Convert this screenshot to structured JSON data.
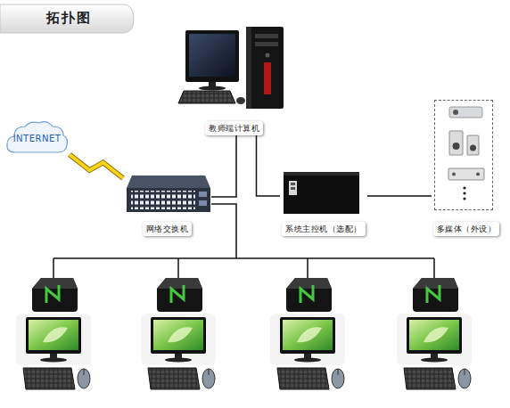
{
  "diagram": {
    "title": "拓扑图",
    "nodes": [
      {
        "text": [
          "INTERNET"
        ]
      },
      {
        "text": [
          "教师端计算机"
        ]
      },
      {
        "text": [
          "网络交换机"
        ]
      },
      {
        "text": [
          "系统主控机（选配）"
        ]
      },
      {
        "text": [
          "多媒体（外设）"
        ]
      }
    ],
    "edges": [
      {
        "from": 0,
        "to": 2,
        "arrow": "none"
      },
      {
        "from": 1,
        "to": 2,
        "arrow": "none"
      },
      {
        "from": 1,
        "to": 3,
        "arrow": "none"
      },
      {
        "from": 3,
        "to": 4,
        "arrow": "none"
      }
    ]
  }
}
